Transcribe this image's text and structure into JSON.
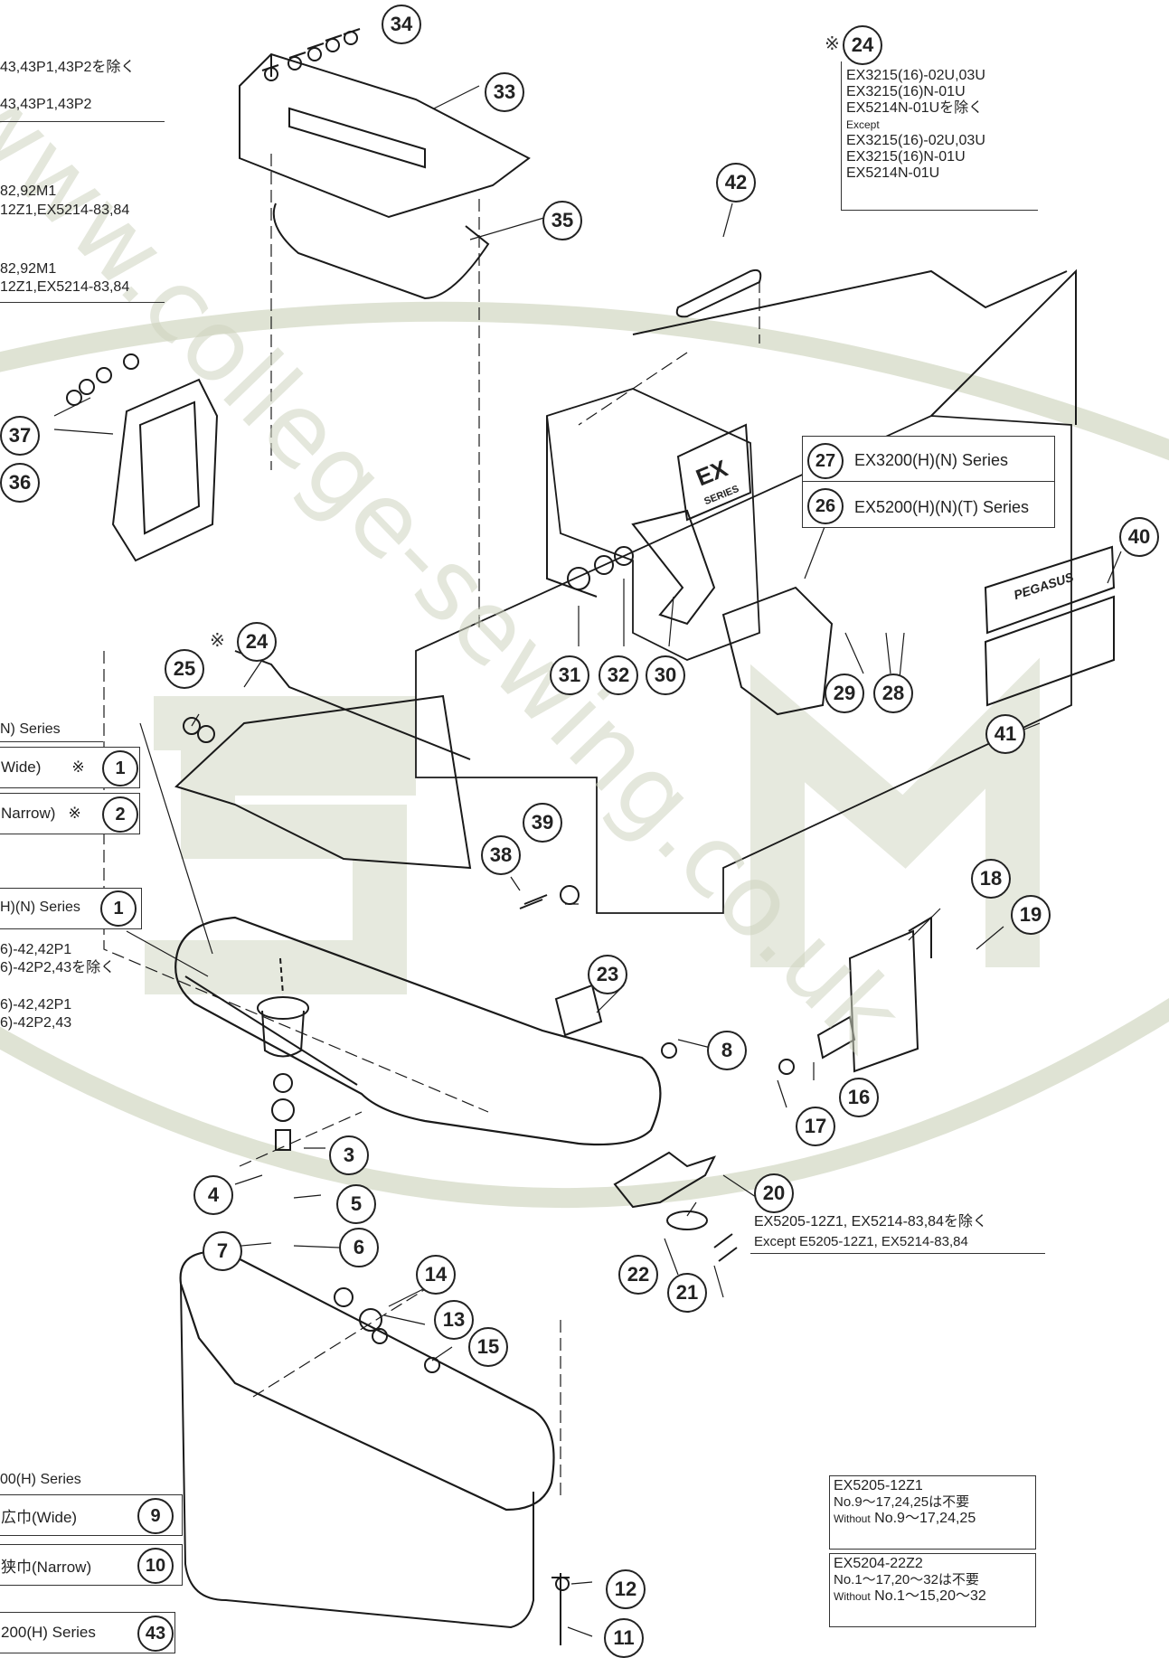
{
  "watermark": {
    "text": "www.college-sewing.co.uk"
  },
  "top_left_notes": {
    "line1": "43,43P1,43P2を除く",
    "line2": "43,43P1,43P2",
    "line3": "82,92M1",
    "line4": "12Z1,EX5214-83,84",
    "line5": "82,92M1",
    "line6": "12Z1,EX5214-83,84"
  },
  "note_24": {
    "mark": "※",
    "number": "24",
    "lines": [
      "EX3215(16)-02U,03U",
      "EX3215(16)N-01U",
      "EX5214N-01Uを除く"
    ],
    "except_label": "Except",
    "except_lines": [
      "EX3215(16)-02U,03U",
      "EX3215(16)N-01U",
      "EX5214N-01U"
    ]
  },
  "series_27": {
    "number": "27",
    "label": "EX3200(H)(N) Series"
  },
  "series_26": {
    "number": "26",
    "label": "EX5200(H)(N)(T) Series"
  },
  "left_mid": {
    "series": "N) Series",
    "wide": "Wide)",
    "narrow": "Narrow)",
    "mark": "※",
    "num1": "1",
    "num2": "2"
  },
  "left_mid2": {
    "series": "H)(N) Series",
    "num": "1",
    "l1": "6)-42,42P1",
    "l2": "6)-42P2,43を除く",
    "l3": "6)-42,42P1",
    "l4": "6)-42P2,43"
  },
  "note_20": {
    "line1": "EX5205-12Z1, EX5214-83,84を除く",
    "line2": "Except E5205-12Z1, EX5214-83,84"
  },
  "bottom_left": {
    "series": "00(H) Series",
    "wide": "広巾(Wide)",
    "narrow": "狭巾(Narrow)",
    "series43": "200(H) Series",
    "num9": "9",
    "num10": "10",
    "num43": "43"
  },
  "note_ex5205": {
    "model": "EX5205-12Z1",
    "jp": "No.9〜17,24,25は不要",
    "without": "Without",
    "en": "No.9〜17,24,25"
  },
  "note_ex5204": {
    "model": "EX5204-22Z2",
    "jp": "No.1〜17,20〜32は不要",
    "without": "Without",
    "en": "No.1〜15,20〜32"
  },
  "callouts": [
    "1",
    "2",
    "3",
    "4",
    "5",
    "6",
    "7",
    "8",
    "11",
    "12",
    "13",
    "14",
    "15",
    "16",
    "17",
    "18",
    "19",
    "20",
    "21",
    "22",
    "23",
    "24",
    "25",
    "28",
    "29",
    "30",
    "31",
    "32",
    "33",
    "34",
    "35",
    "36",
    "37",
    "38",
    "39",
    "40",
    "41",
    "42"
  ],
  "nameplate_text": "PEGASUS",
  "ex_badge": {
    "top": "EX",
    "bottom": "SERIES"
  }
}
